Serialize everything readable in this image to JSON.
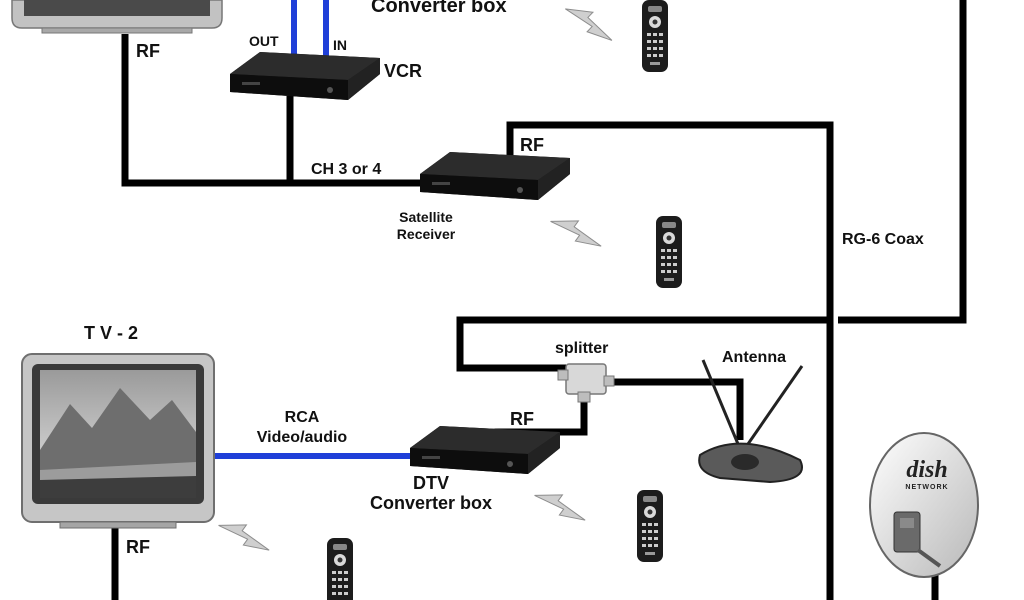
{
  "labels": {
    "converter_box_top": "Converter box",
    "rf_tv1": "RF",
    "out": "OUT",
    "in": "IN",
    "vcr": "VCR",
    "rf_satellite": "RF",
    "ch_3_or_4": "CH 3 or 4",
    "satellite_receiver_line1": "Satellite",
    "satellite_receiver_line2": "Receiver",
    "rg6_coax": "RG-6 Coax",
    "tv2": "T V - 2",
    "splitter": "splitter",
    "antenna": "Antenna",
    "rca_line1": "RCA",
    "rca_line2": "Video/audio",
    "rf_dtv": "RF",
    "dtv_line1": "DTV",
    "dtv_line2": "Converter box",
    "rf_tv2": "RF",
    "dish_logo": "dish",
    "dish_logo_sub": "NETWORK"
  },
  "colors": {
    "cable": "#000000",
    "rca_cable": "#1f3fd8",
    "device": "#1a1a1a",
    "tv_frame": "#bdbdbd"
  }
}
